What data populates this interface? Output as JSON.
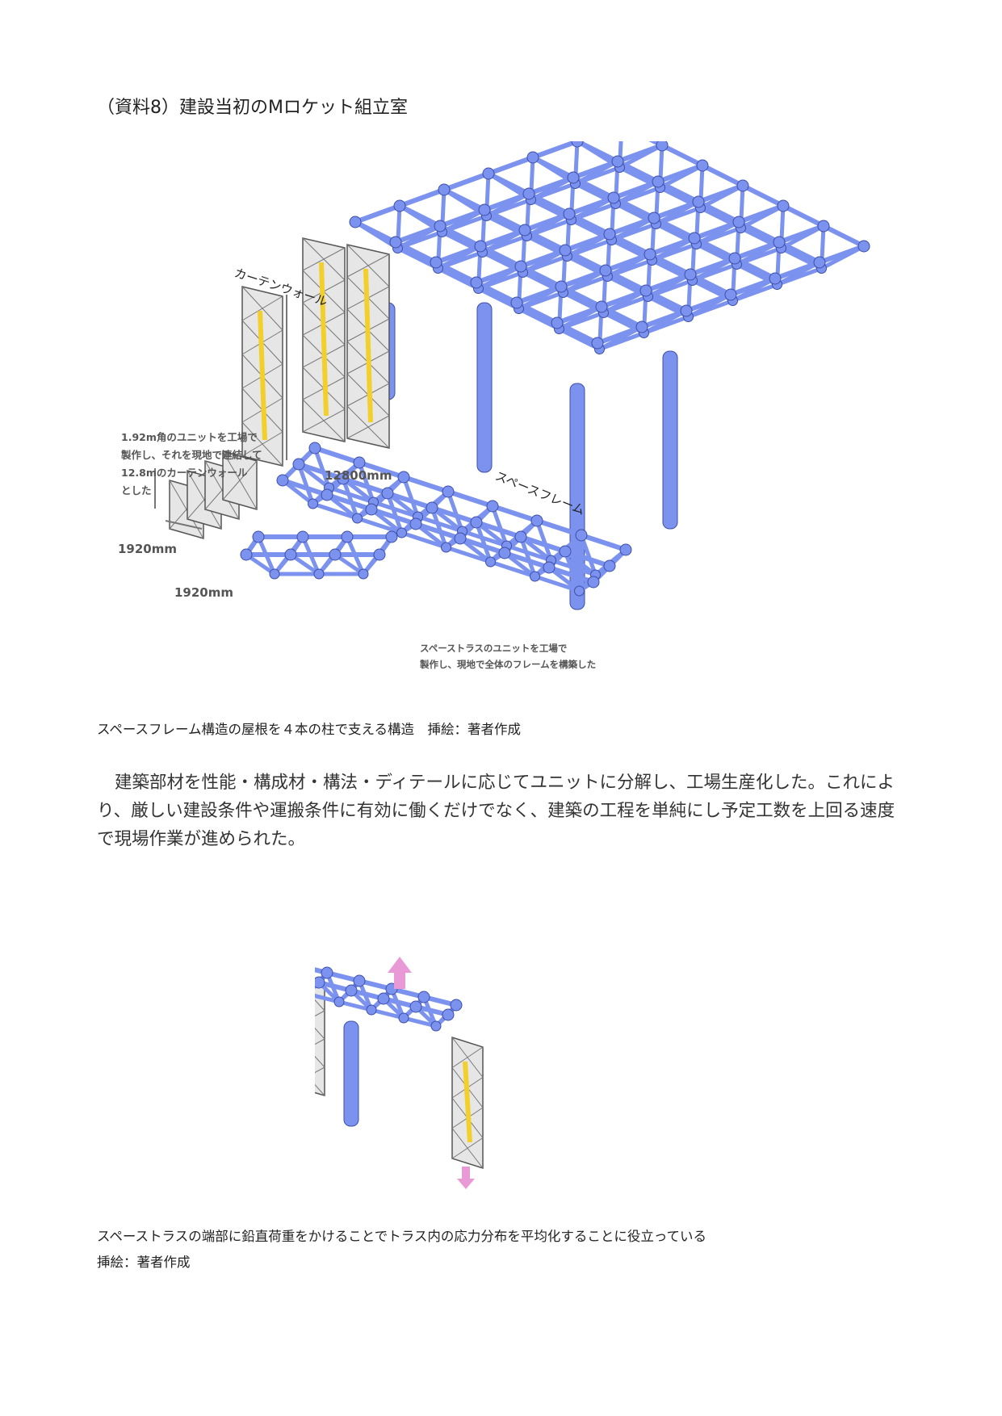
{
  "title": "（資料8）建設当初のMロケット組立室",
  "figure1": {
    "label_curtain_wall": "カーテンウォール",
    "label_space_frame": "スペースフレーム",
    "note_curtain_wall": [
      "1.92m角のユニットを工場で",
      "製作し、それを現地で連結して",
      "12.8mのカーテンウォール",
      "とした"
    ],
    "dim_height": "12800mm",
    "dim_unit_h": "1920mm",
    "dim_unit_w": "1920mm",
    "note_truss": [
      "スペーストラスのユニットを工場で",
      "製作し、現地で全体のフレームを構築した"
    ],
    "colors": {
      "frame": "#7b92ef",
      "panel": "#d8d8d8",
      "bar": "#f2cf2a",
      "arrow": "#e99ad6"
    }
  },
  "caption1": "スペースフレーム構造の屋根を４本の柱で支える構造　挿絵：著者作成",
  "paragraph": "建築部材を性能・構成材・構法・ディテールに応じてユニットに分解し、工場生産化した。これにより、厳しい建設条件や運搬条件に有効に働くだけでなく、建築の工程を単純にし予定工数を上回る速度で現場作業が進められた。",
  "caption2_line1": "スペーストラスの端部に鉛直荷重をかけることでトラス内の応力分布を平均化することに役立っている",
  "caption2_line2": "挿絵：著者作成"
}
